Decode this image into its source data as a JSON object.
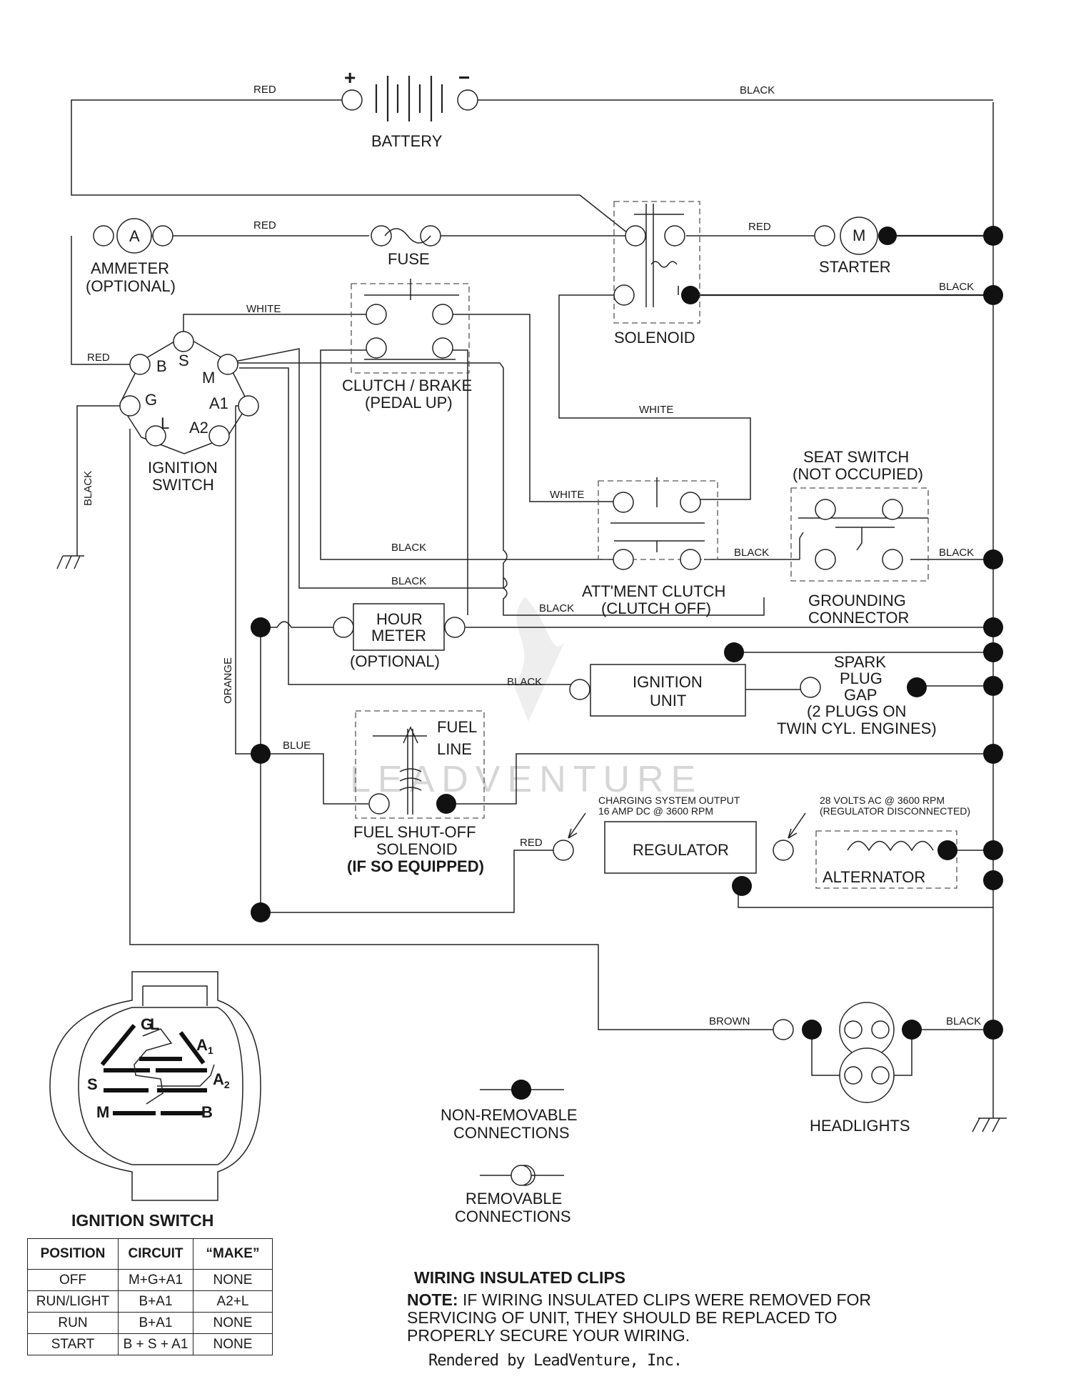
{
  "components": {
    "battery": "BATTERY",
    "battery_plus": "+",
    "battery_minus": "−",
    "ammeter_symbol": "A",
    "ammeter": [
      "AMMETER",
      "(OPTIONAL)"
    ],
    "fuse": "FUSE",
    "starter_symbol": "M",
    "starter": "STARTER",
    "solenoid": "SOLENOID",
    "clutch_brake": [
      "CLUTCH / BRAKE",
      "(PEDAL UP)"
    ],
    "ignition_switch": [
      "IGNITION",
      "SWITCH"
    ],
    "switch_terminals": {
      "b": "B",
      "s": "S",
      "m": "M",
      "g": "G",
      "a1": "A1",
      "l": "L",
      "a2": "A2"
    },
    "seat_switch": [
      "SEAT SWITCH",
      "(NOT OCCUPIED)"
    ],
    "grounding_connector": [
      "GROUNDING",
      "CONNECTOR"
    ],
    "attment_clutch": [
      "ATT'MENT CLUTCH",
      "(CLUTCH OFF)"
    ],
    "hour_meter": [
      "HOUR",
      "METER"
    ],
    "hour_meter_optional": "(OPTIONAL)",
    "ignition_unit": [
      "IGNITION",
      "UNIT"
    ],
    "spark_plug": [
      "SPARK",
      "PLUG",
      "GAP",
      "(2 PLUGS ON",
      "TWIN CYL. ENGINES)"
    ],
    "fuel_line": [
      "FUEL",
      "LINE"
    ],
    "fuel_solenoid": [
      "FUEL SHUT-OFF",
      "SOLENOID"
    ],
    "fuel_solenoid_note": "(IF SO EQUIPPED)",
    "regulator": "REGULATOR",
    "alternator": "ALTERNATOR",
    "charging_output": [
      "CHARGING SYSTEM OUTPUT",
      "16 AMP DC @ 3600 RPM"
    ],
    "alternator_output": [
      "28 VOLTS AC @ 3600 RPM",
      "(REGULATOR DISCONNECTED)"
    ],
    "headlights": "HEADLIGHTS"
  },
  "wires": {
    "red": "RED",
    "black": "BLACK",
    "white": "WHITE",
    "blue": "BLUE",
    "orange": "ORANGE",
    "brown": "BROWN"
  },
  "legend": {
    "non_removable": [
      "NON-REMOVABLE",
      "CONNECTIONS"
    ],
    "removable": [
      "REMOVABLE",
      "CONNECTIONS"
    ]
  },
  "switch_diagram": {
    "title": "IGNITION SWITCH",
    "labels": {
      "g": "G",
      "l": "L",
      "a1": "A",
      "a1_sub": "1",
      "s": "S",
      "a2": "A",
      "a2_sub": "2",
      "m": "M",
      "b": "B"
    }
  },
  "table": {
    "headers": [
      "POSITION",
      "CIRCUIT",
      "“MAKE”"
    ],
    "rows": [
      [
        "OFF",
        "M+G+A1",
        "NONE"
      ],
      [
        "RUN/LIGHT",
        "B+A1",
        "A2+L"
      ],
      [
        "RUN",
        "B+A1",
        "NONE"
      ],
      [
        "START",
        "B + S + A1",
        "NONE"
      ]
    ]
  },
  "note": {
    "title": "WIRING INSULATED CLIPS",
    "label": "NOTE:",
    "lines": [
      " IF WIRING INSULATED CLIPS WERE REMOVED FOR",
      "SERVICING OF UNIT, THEY SHOULD BE REPLACED TO",
      "PROPERLY SECURE YOUR WIRING."
    ]
  },
  "watermark": "LEADVENTURE",
  "footer": "Rendered by LeadVenture, Inc."
}
